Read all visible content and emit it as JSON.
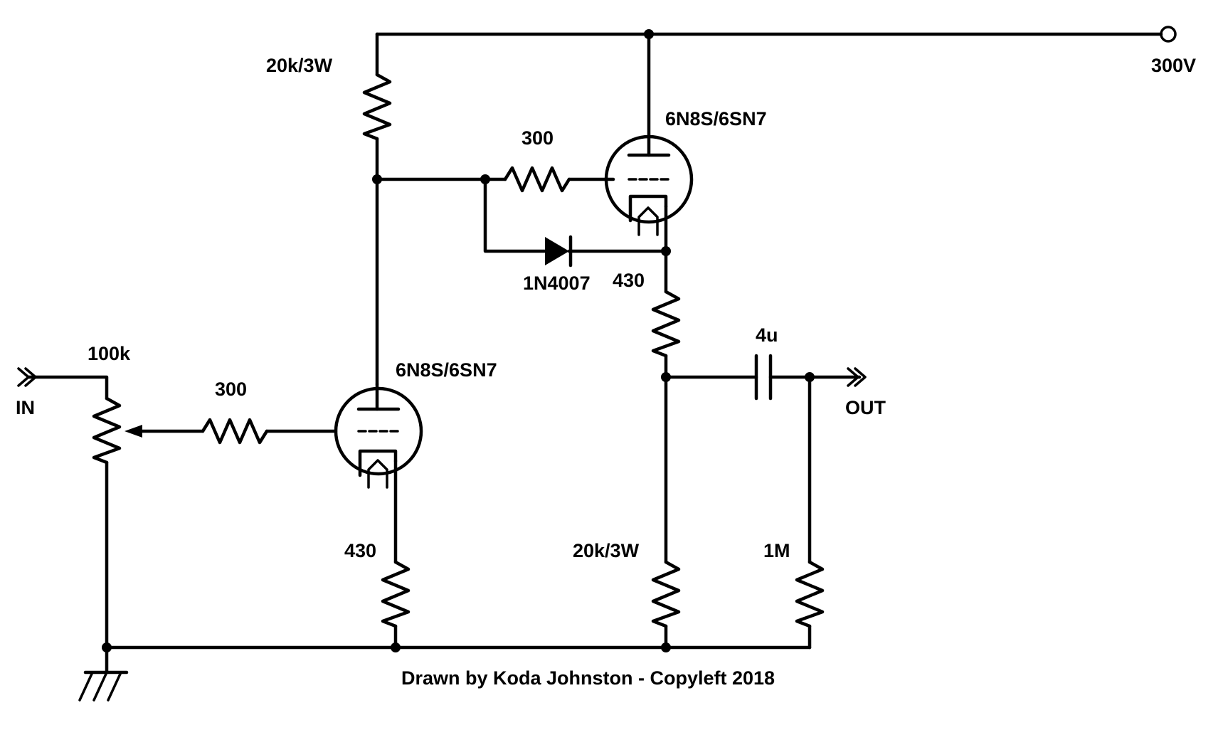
{
  "labels": {
    "supply": "300V",
    "r_plate_top": "20k/3W",
    "r_grid_top": "300",
    "tube_top": "6N8S/6SN7",
    "diode": "1N4007",
    "r_cathode_top": "430",
    "cap": "4u",
    "output": "OUT",
    "input": "IN",
    "pot": "100k",
    "r_grid_bottom": "300",
    "tube_bottom": "6N8S/6SN7",
    "r_cathode_bottom": "430",
    "r_load": "20k/3W",
    "r_out": "1M",
    "credit": "Drawn by Koda Johnston - Copyleft 2018"
  },
  "colors": {
    "ink": "#000000",
    "background": "#ffffff"
  }
}
